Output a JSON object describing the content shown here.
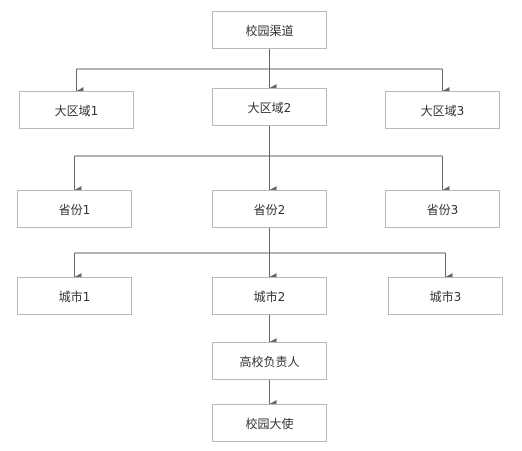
{
  "nodes": {
    "root": "校园渠道",
    "region_1": "大区域1",
    "region_2": "大区域2",
    "region_3": "大区域3",
    "province_1": "省份1",
    "province_2": "省份2",
    "province_3": "省份3",
    "city_1": "城市1",
    "city_2": "城市2",
    "city_3": "城市3",
    "school_lead": "高校负责人",
    "ambassador": "校园大使"
  },
  "colors": {
    "connector": "#666666",
    "border": "#b8b8b8",
    "text": "#333333"
  }
}
